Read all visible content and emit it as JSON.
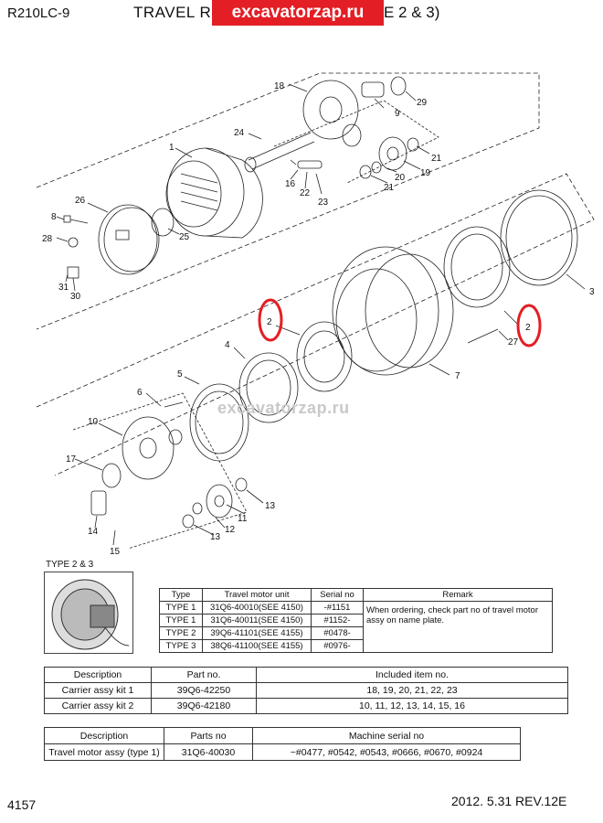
{
  "header": {
    "model": "R210LC-9",
    "title_prefix": "TRAVEL R",
    "banner": "excavatorzap.ru",
    "title_suffix": "E 2 & 3)"
  },
  "watermark": "excavatorzap.ru",
  "highlight_color": "#e31e24",
  "callouts": {
    "c1": "1",
    "c2a": "2",
    "c2b": "2",
    "c3": "3",
    "c4": "4",
    "c5": "5",
    "c6": "6",
    "c7": "7",
    "c8": "8",
    "c9": "9",
    "c10": "10",
    "c11": "11",
    "c12": "12",
    "c13a": "13",
    "c13b": "13",
    "c14": "14",
    "c15": "15",
    "c16": "16",
    "c17": "17",
    "c18": "18",
    "c19": "19",
    "c20": "20",
    "c21a": "21",
    "c21b": "21",
    "c22": "22",
    "c23": "23",
    "c24": "24",
    "c25": "25",
    "c26": "26",
    "c27": "27",
    "c28": "28",
    "c29": "29",
    "c30": "30",
    "c31": "31"
  },
  "type_image_label": "TYPE 2 & 3",
  "type_table": {
    "headers": [
      "Type",
      "Travel motor unit",
      "Serial no",
      "Remark"
    ],
    "rows": [
      [
        "TYPE 1",
        "31Q6-40010(SEE 4150)",
        "-#1151"
      ],
      [
        "TYPE 1",
        "31Q6-40011(SEE 4150)",
        "#1152-"
      ],
      [
        "TYPE 2",
        "39Q6-41101(SEE 4155)",
        "#0478-"
      ],
      [
        "TYPE 3",
        "38Q6-41100(SEE 4155)",
        "#0976-"
      ]
    ],
    "remark": "When ordering, check part no of travel motor assy on name plate."
  },
  "kit_table": {
    "headers": [
      "Description",
      "Part no.",
      "Included item no."
    ],
    "rows": [
      [
        "Carrier assy kit 1",
        "39Q6-42250",
        "18, 19, 20, 21, 22, 23"
      ],
      [
        "Carrier assy kit 2",
        "39Q6-42180",
        "10, 11, 12, 13, 14, 15, 16"
      ]
    ]
  },
  "motor_table": {
    "headers": [
      "Description",
      "Parts no",
      "Machine serial no"
    ],
    "rows": [
      [
        "Travel motor assy (type 1)",
        "31Q6-40030",
        "~#0477, #0542, #0543, #0666, #0670, #0924"
      ]
    ]
  },
  "footer": {
    "page": "4157",
    "date_rev": "2012. 5.31  REV.12E"
  }
}
